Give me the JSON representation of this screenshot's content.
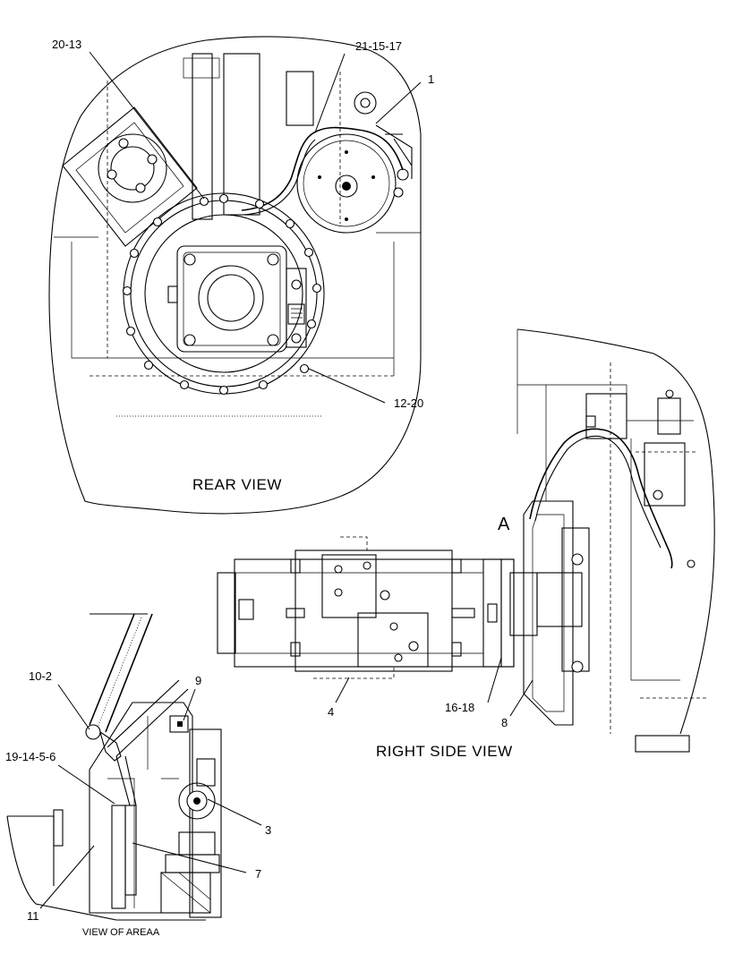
{
  "views": {
    "rear": {
      "title": "REAR VIEW"
    },
    "right_side": {
      "title": "RIGHT SIDE VIEW",
      "area_marker": "A"
    },
    "area_a": {
      "title": "VIEW OF AREAA"
    }
  },
  "callouts": {
    "rear": {
      "c20_13": "20-13",
      "c21_15_17": "21-15-17",
      "c1": "1",
      "c12_20": "12-20"
    },
    "right_side": {
      "c4": "4",
      "c16_18": "16-18",
      "c8": "8"
    },
    "area_a": {
      "c10_2": "10-2",
      "c9": "9",
      "c19_14_5_6": "19-14-5-6",
      "c3": "3",
      "c7": "7",
      "c11": "11"
    }
  }
}
